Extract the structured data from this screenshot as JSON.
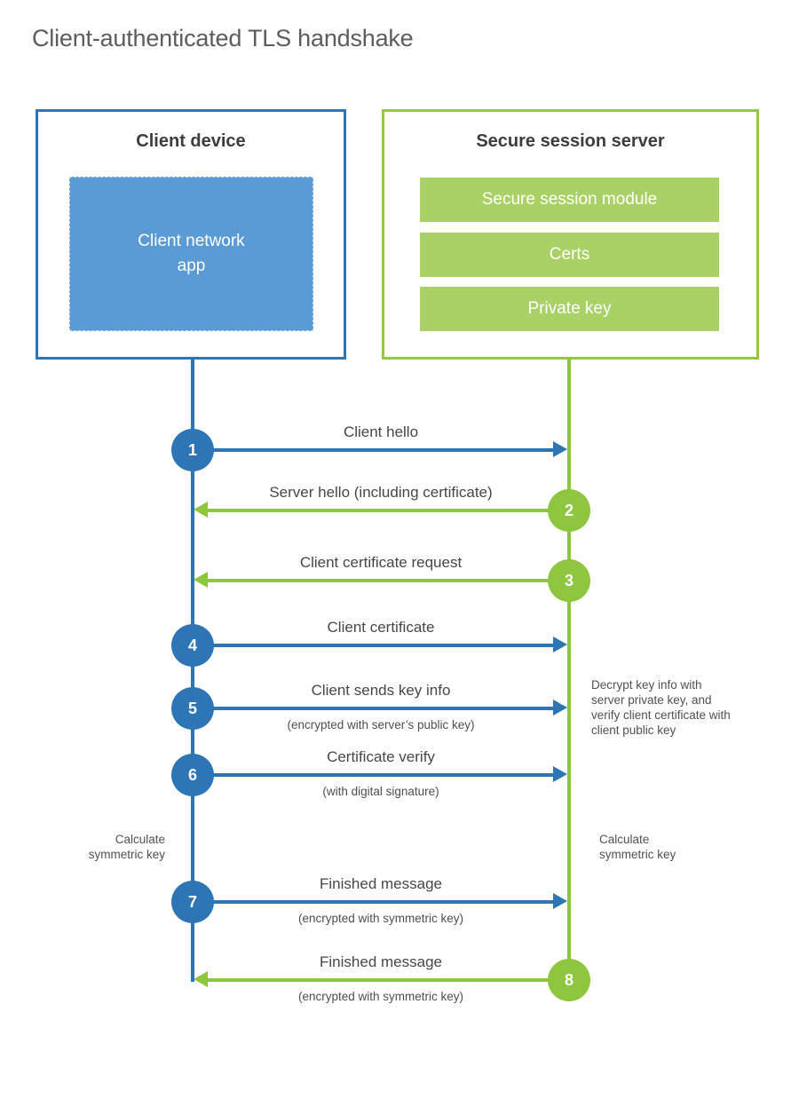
{
  "title": "Client-authenticated TLS handshake",
  "colors": {
    "client_blue": "#2e75b6",
    "client_fill_blue": "#5b9bd5",
    "server_green": "#8fc640",
    "server_bar_green": "#a9d165"
  },
  "client_box": {
    "title": "Client device",
    "app_label": "Client network app"
  },
  "server_box": {
    "title": "Secure session server",
    "bars": [
      {
        "label": "Secure session module"
      },
      {
        "label": "Certs"
      },
      {
        "label": "Private key"
      }
    ]
  },
  "steps": [
    {
      "num": "1",
      "label": "Client hello",
      "sublabel": "",
      "direction": "right",
      "from": "client",
      "to": "server"
    },
    {
      "num": "2",
      "label": "Server hello (including certificate)",
      "sublabel": "",
      "direction": "left",
      "from": "server",
      "to": "client"
    },
    {
      "num": "3",
      "label": "Client certificate request",
      "sublabel": "",
      "direction": "left",
      "from": "server",
      "to": "client"
    },
    {
      "num": "4",
      "label": "Client certificate",
      "sublabel": "",
      "direction": "right",
      "from": "client",
      "to": "server"
    },
    {
      "num": "5",
      "label": "Client sends key info",
      "sublabel": "(encrypted with server’s public key)",
      "direction": "right",
      "from": "client",
      "to": "server"
    },
    {
      "num": "6",
      "label": "Certificate verify",
      "sublabel": "(with digital signature)",
      "direction": "right",
      "from": "client",
      "to": "server"
    },
    {
      "num": "7",
      "label": "Finished message",
      "sublabel": "(encrypted with symmetric key)",
      "direction": "right",
      "from": "client",
      "to": "server"
    },
    {
      "num": "8",
      "label": "Finished message",
      "sublabel": "(encrypted with symmetric key)",
      "direction": "left",
      "from": "server",
      "to": "client"
    }
  ],
  "annotations": {
    "decrypt_note": "Decrypt key info with server private key, and verify client certificate with client public key",
    "calculate_left": "Calculate symmetric key",
    "calculate_right": "Calculate symmetric key"
  }
}
